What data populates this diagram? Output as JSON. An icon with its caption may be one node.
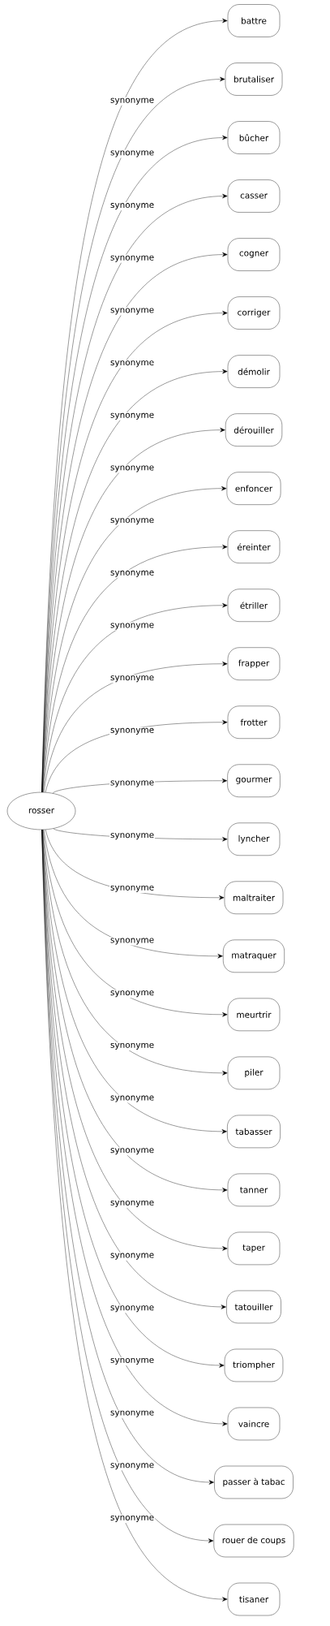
{
  "diagram": {
    "nodes": [
      {
        "text": [
          "rosser"
        ]
      },
      {
        "text": [
          "battre"
        ]
      },
      {
        "text": [
          "brutaliser"
        ]
      },
      {
        "text": [
          "bûcher"
        ]
      },
      {
        "text": [
          "casser"
        ]
      },
      {
        "text": [
          "cogner"
        ]
      },
      {
        "text": [
          "corriger"
        ]
      },
      {
        "text": [
          "démolir"
        ]
      },
      {
        "text": [
          "dérouiller"
        ]
      },
      {
        "text": [
          "enfoncer"
        ]
      },
      {
        "text": [
          "éreinter"
        ]
      },
      {
        "text": [
          "étriller"
        ]
      },
      {
        "text": [
          "frapper"
        ]
      },
      {
        "text": [
          "frotter"
        ]
      },
      {
        "text": [
          "gourmer"
        ]
      },
      {
        "text": [
          "lyncher"
        ]
      },
      {
        "text": [
          "maltraiter"
        ]
      },
      {
        "text": [
          "matraquer"
        ]
      },
      {
        "text": [
          "meurtrir"
        ]
      },
      {
        "text": [
          "piler"
        ]
      },
      {
        "text": [
          "tabasser"
        ]
      },
      {
        "text": [
          "tanner"
        ]
      },
      {
        "text": [
          "taper"
        ]
      },
      {
        "text": [
          "tatouiller"
        ]
      },
      {
        "text": [
          "triompher"
        ]
      },
      {
        "text": [
          "vaincre"
        ]
      },
      {
        "text": [
          "passer à tabac"
        ]
      },
      {
        "text": [
          "rouer de coups"
        ]
      },
      {
        "text": [
          "tisaner"
        ]
      }
    ],
    "edges": [
      {
        "from": 0,
        "to": 1,
        "arrow": "to",
        "label": "synonyme"
      },
      {
        "from": 0,
        "to": 2,
        "arrow": "to",
        "label": "synonyme"
      },
      {
        "from": 0,
        "to": 3,
        "arrow": "to",
        "label": "synonyme"
      },
      {
        "from": 0,
        "to": 4,
        "arrow": "to",
        "label": "synonyme"
      },
      {
        "from": 0,
        "to": 5,
        "arrow": "to",
        "label": "synonyme"
      },
      {
        "from": 0,
        "to": 6,
        "arrow": "to",
        "label": "synonyme"
      },
      {
        "from": 0,
        "to": 7,
        "arrow": "to",
        "label": "synonyme"
      },
      {
        "from": 0,
        "to": 8,
        "arrow": "to",
        "label": "synonyme"
      },
      {
        "from": 0,
        "to": 9,
        "arrow": "to",
        "label": "synonyme"
      },
      {
        "from": 0,
        "to": 10,
        "arrow": "to",
        "label": "synonyme"
      },
      {
        "from": 0,
        "to": 11,
        "arrow": "to",
        "label": "synonyme"
      },
      {
        "from": 0,
        "to": 12,
        "arrow": "to",
        "label": "synonyme"
      },
      {
        "from": 0,
        "to": 13,
        "arrow": "to",
        "label": "synonyme"
      },
      {
        "from": 0,
        "to": 14,
        "arrow": "to",
        "label": "synonyme"
      },
      {
        "from": 0,
        "to": 15,
        "arrow": "to",
        "label": "synonyme"
      },
      {
        "from": 0,
        "to": 16,
        "arrow": "to",
        "label": "synonyme"
      },
      {
        "from": 0,
        "to": 17,
        "arrow": "to",
        "label": "synonyme"
      },
      {
        "from": 0,
        "to": 18,
        "arrow": "to",
        "label": "synonyme"
      },
      {
        "from": 0,
        "to": 19,
        "arrow": "to",
        "label": "synonyme"
      },
      {
        "from": 0,
        "to": 20,
        "arrow": "to",
        "label": "synonyme"
      },
      {
        "from": 0,
        "to": 21,
        "arrow": "to",
        "label": "synonyme"
      },
      {
        "from": 0,
        "to": 22,
        "arrow": "to",
        "label": "synonyme"
      },
      {
        "from": 0,
        "to": 23,
        "arrow": "to",
        "label": "synonyme"
      },
      {
        "from": 0,
        "to": 24,
        "arrow": "to",
        "label": "synonyme"
      },
      {
        "from": 0,
        "to": 25,
        "arrow": "to",
        "label": "synonyme"
      },
      {
        "from": 0,
        "to": 26,
        "arrow": "to",
        "label": "synonyme"
      },
      {
        "from": 0,
        "to": 27,
        "arrow": "to",
        "label": "synonyme"
      },
      {
        "from": 0,
        "to": 28,
        "arrow": "to",
        "label": "synonyme"
      }
    ]
  }
}
